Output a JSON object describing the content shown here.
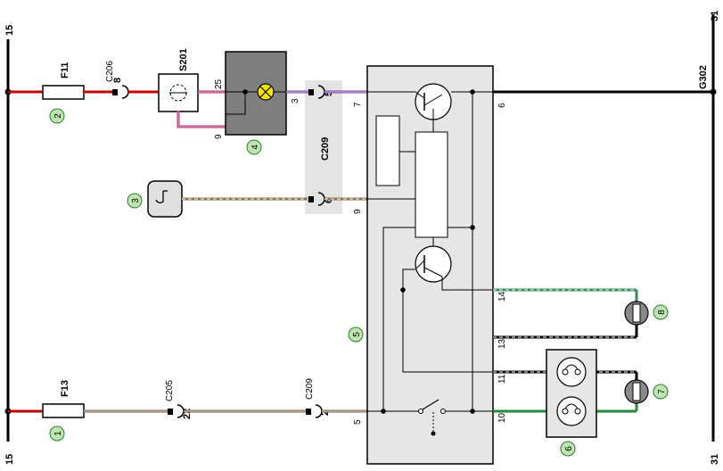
{
  "rails": {
    "left_top": "15",
    "left_bottom": "15",
    "right_top": "31",
    "right_bottom": "31",
    "ground_label": "G302"
  },
  "fuses": {
    "f11": "F11",
    "f13": "F13"
  },
  "connectors": {
    "c206": "C206",
    "c206_pin": "8",
    "c205": "C205",
    "c205_pin": "22",
    "c209_bottom": "C209",
    "c209_bottom_pin": "2",
    "c209_block": "C209",
    "c209_pin5": "5",
    "c209_pin6": "6"
  },
  "switch": {
    "name": "S201",
    "pin25": "25",
    "pin9": "9"
  },
  "lamp_pin3": "3",
  "module_pins": {
    "p7": "7",
    "p6": "6",
    "p9": "9",
    "p14": "14",
    "p13": "13",
    "p11": "11",
    "p10": "10",
    "p5": "5"
  },
  "callouts": [
    "1",
    "2",
    "3",
    "4",
    "5",
    "6",
    "7",
    "8"
  ]
}
